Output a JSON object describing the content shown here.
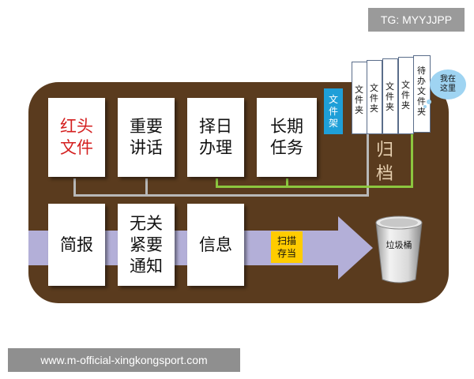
{
  "watermark_top": "TG: MYYJJPP",
  "watermark_bottom": "www.m-official-xingkongsport.com",
  "top_cards": [
    {
      "text": "红头文件",
      "color": "#d42020"
    },
    {
      "text": "重要讲话",
      "color": "#111111"
    },
    {
      "text": "择日办理",
      "color": "#111111"
    },
    {
      "text": "长期任务",
      "color": "#111111"
    }
  ],
  "bottom_cards": [
    {
      "text": "简报"
    },
    {
      "text": "无关紧要通知"
    },
    {
      "text": "信息"
    }
  ],
  "cabinet_label": "文件架",
  "folders": [
    "文件夹",
    "文件夹",
    "文件夹",
    "文件夹",
    "待办文件夹"
  ],
  "archive_label": "归档",
  "bubble_label": "我在这里",
  "scan_label": "扫描存当",
  "bin_label": "垃圾桶",
  "colors": {
    "board": "#5a3b1e",
    "arrow": "#b3afd8",
    "cabinet": "#1e9fd8",
    "scan_tag": "#ffcc00",
    "bubble": "#9fd4f2",
    "gray_connector": "#b8b8b8",
    "green_connector": "#8cc63f",
    "red_text": "#d42020"
  }
}
